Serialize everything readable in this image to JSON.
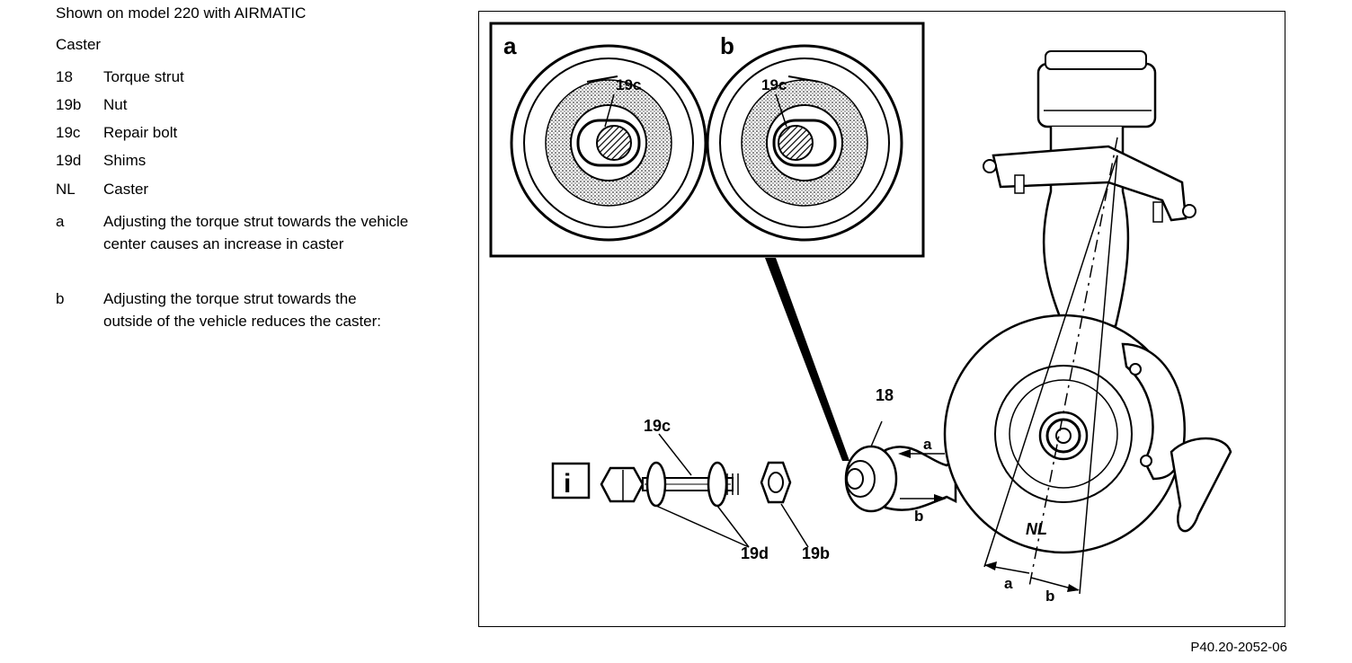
{
  "page": {
    "heading": "Shown on model 220 with AIRMATIC",
    "subheading": "Caster",
    "legend": [
      {
        "key": "18",
        "text": "Torque strut"
      },
      {
        "key": "19b",
        "text": "Nut"
      },
      {
        "key": "19c",
        "text": "Repair bolt"
      },
      {
        "key": "19d",
        "text": "Shims"
      },
      {
        "key": "NL",
        "text": "Caster"
      }
    ],
    "notes": [
      {
        "key": "a",
        "text": "Adjusting the torque strut towards the vehicle center causes an increase in caster"
      },
      {
        "key": "b",
        "text": "Adjusting the torque strut towards the outside of the vehicle reduces the caster:"
      }
    ],
    "figure_ref": "P40.20-2052-06"
  },
  "figure": {
    "inset_a": "a",
    "inset_b": "b",
    "callout_19c": "19c",
    "callout_19b": "19b",
    "callout_19d": "19d",
    "callout_18": "18",
    "callout_nl": "NL",
    "arrow_a": "a",
    "arrow_b": "b",
    "info_symbol": "i"
  }
}
